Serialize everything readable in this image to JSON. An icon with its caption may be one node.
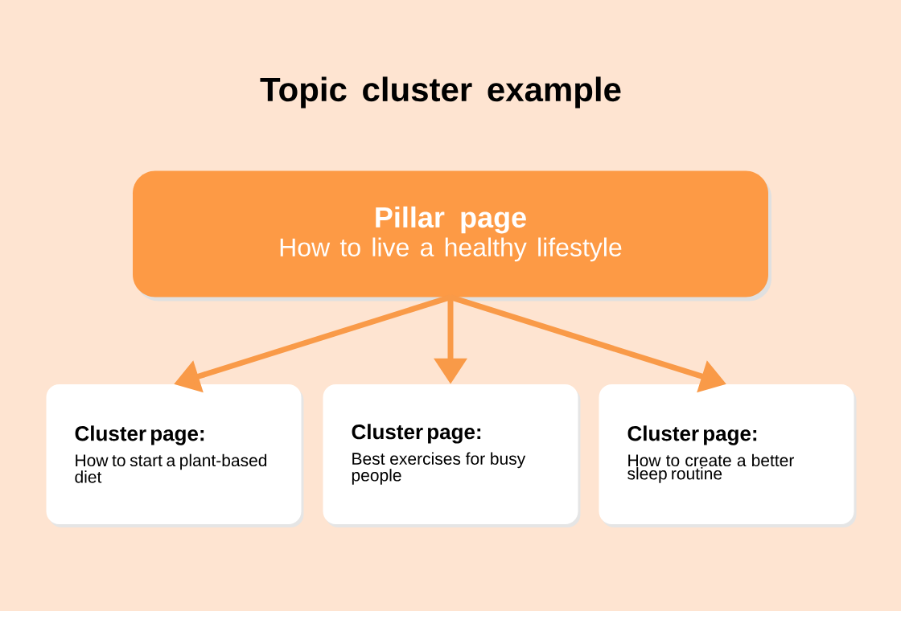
{
  "diagram": {
    "title": "Topic cluster example",
    "nodes": [
      {
        "text": [
          "Pillar page",
          "How to live a healthy lifestyle"
        ]
      },
      {
        "text": [
          "Cluster page:",
          "How to start a plant-based diet"
        ]
      },
      {
        "text": [
          "Cluster page:",
          "Best exercises for busy people"
        ]
      },
      {
        "text": [
          "Cluster page:",
          "How to create a better sleep routine"
        ]
      }
    ],
    "edges": [
      {
        "from": 0,
        "to": 1,
        "arrow": "to"
      },
      {
        "from": 0,
        "to": 2,
        "arrow": "to"
      },
      {
        "from": 0,
        "to": 3,
        "arrow": "to"
      }
    ]
  }
}
